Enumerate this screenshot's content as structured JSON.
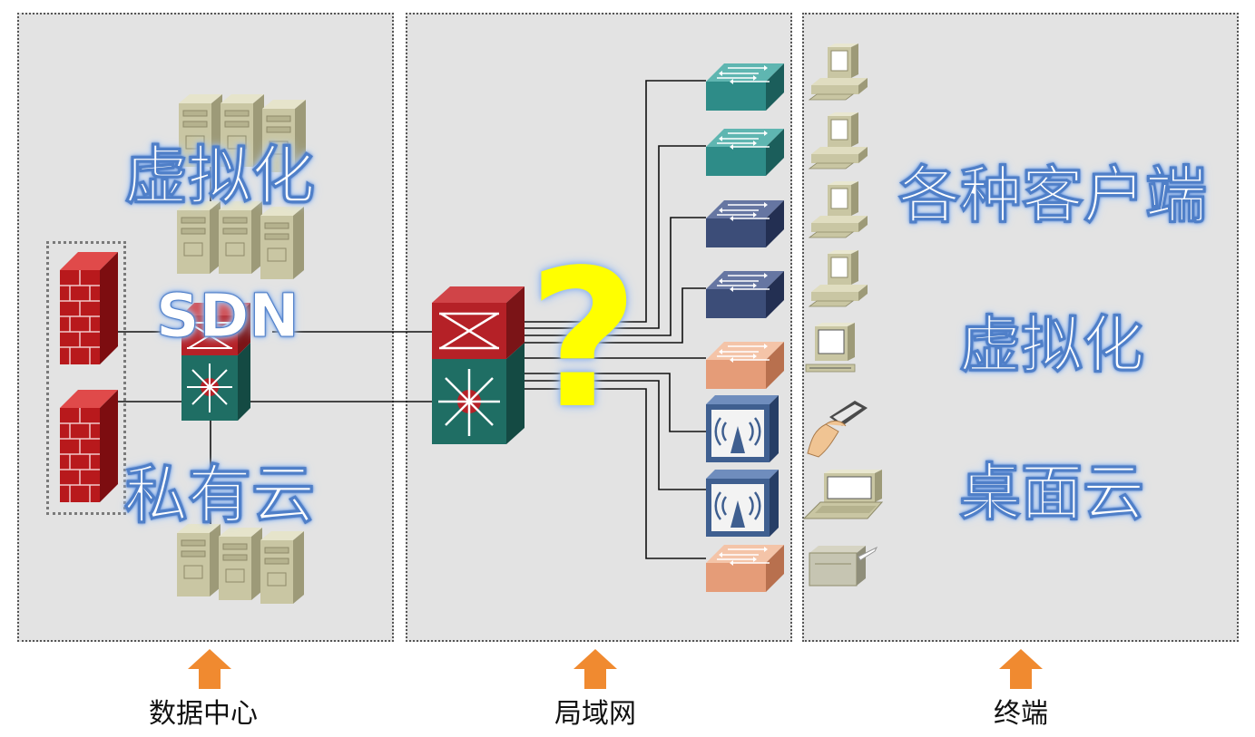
{
  "panels": {
    "datacenter": {
      "caption": "数据中心",
      "label_top": "虚拟化",
      "label_mid": "SDN",
      "label_bottom": "私有云"
    },
    "lan": {
      "caption": "局域网",
      "center_mark": "?"
    },
    "terminal": {
      "caption": "终端",
      "label_1": "各种客户端",
      "label_2": "虚拟化",
      "label_3": "桌面云"
    }
  },
  "colors": {
    "panel_bg": "#e3e3e3",
    "arrow": "#f08a30",
    "label_glow": "#4f7fc8",
    "question_mark": "#ffff00",
    "switch_teal": "#2e8c88",
    "switch_navy": "#3c4d78",
    "switch_orange": "#e59c78",
    "wireless": "#3f5f90",
    "firewall": "#b8191c",
    "core_red": "#b52127",
    "core_green": "#1f6e64",
    "server": "#c9c6a3"
  },
  "lan_devices": [
    "switch-teal",
    "switch-teal",
    "switch-navy",
    "switch-navy",
    "switch-orange",
    "wireless-ap",
    "wireless-ap",
    "switch-orange"
  ],
  "terminals": [
    "desktop-pc",
    "desktop-pc",
    "desktop-pc",
    "desktop-pc",
    "crt-terminal",
    "pda",
    "laptop",
    "printer"
  ]
}
